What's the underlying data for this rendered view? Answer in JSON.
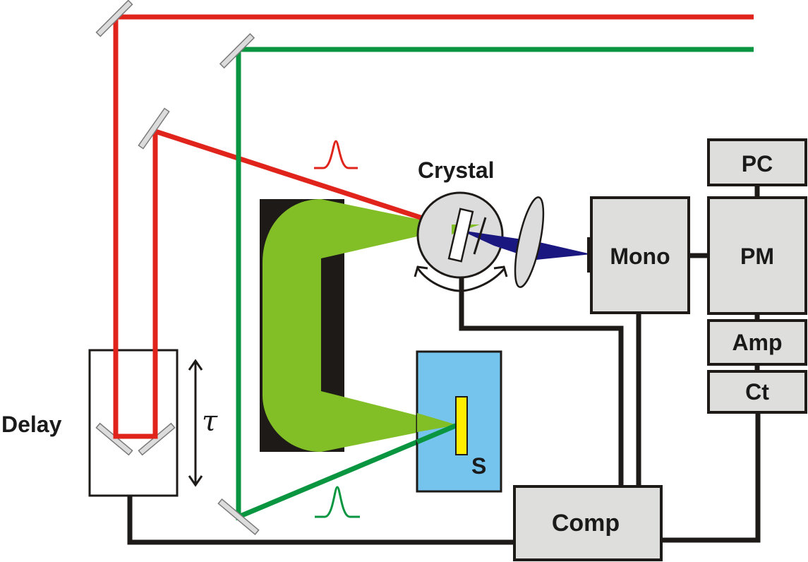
{
  "diagram": {
    "type": "optical-setup-schematic",
    "labels": {
      "crystal": "Crystal",
      "mono": "Mono",
      "pc": "PC",
      "pm": "PM",
      "amp": "Amp",
      "ct": "Ct",
      "comp": "Comp",
      "delay": "Delay",
      "tau": "τ",
      "sample": "S"
    },
    "colors": {
      "red_beam": "#e0241c",
      "green_beam": "#0a9640",
      "green_cone": "#82bf26",
      "blue_output": "#1a1880",
      "sample_box": "#74c4ee",
      "sample": "#ffee00",
      "box_fill": "#dededc",
      "wire": "#1e1a18"
    },
    "beams": [
      "red pump beam via delay line to crystal",
      "green beam to sample S",
      "green luminescence collected from sample to crystal",
      "blue sum-frequency output to monochromator"
    ]
  }
}
